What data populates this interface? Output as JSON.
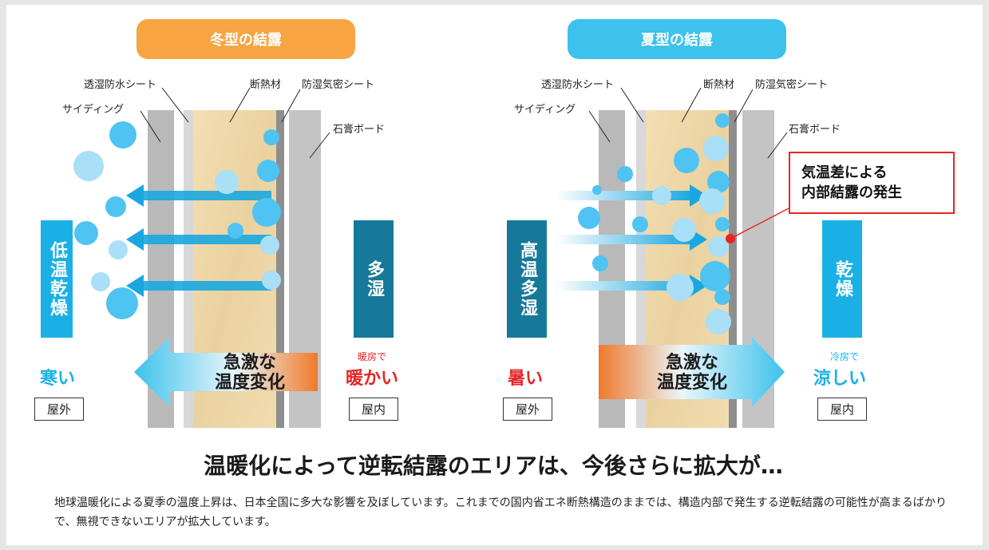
{
  "winter": {
    "title": "冬型の結露",
    "title_color": "#f6a542",
    "labels": {
      "membrane": "透湿防水シート",
      "insulation": "断熱材",
      "vapor_sheet": "防湿気密シート",
      "siding": "サイディング",
      "gypsum": "石膏ボード"
    },
    "outside_condition": "低温乾燥",
    "inside_condition": "多湿",
    "outside_temp": "寒い",
    "inside_temp_note": "暖房で",
    "inside_temp": "暖かい",
    "arrow_text_line1": "急激な",
    "arrow_text_line2": "温度変化",
    "outside_label": "屋外",
    "inside_label": "屋内"
  },
  "summer": {
    "title": "夏型の結露",
    "title_color": "#3cc2ec",
    "labels": {
      "membrane": "透湿防水シート",
      "insulation": "断熱材",
      "vapor_sheet": "防湿気密シート",
      "siding": "サイディング",
      "gypsum": "石膏ボード"
    },
    "outside_condition": "高温多湿",
    "inside_condition": "乾燥",
    "outside_temp": "暑い",
    "inside_temp_note": "冷房で",
    "inside_temp": "涼しい",
    "arrow_text_line1": "急激な",
    "arrow_text_line2": "温度変化",
    "outside_label": "屋外",
    "inside_label": "屋内",
    "callout_line1": "気温差による",
    "callout_line2": "内部結露の発生"
  },
  "headline": "温暖化によって逆転結露のエリアは、今後さらに拡大が…",
  "description": "地球温暖化による夏季の温度上昇は、日本全国に多大な影響を及ぼしています。これまでの国内省エネ断熱構造のままでは、構造内部で発生する逆転結露の可能性が高まるばかりで、無視できないエリアが拡大しています。",
  "colors": {
    "cyan": "#1ab0e6",
    "teal": "#17799a",
    "red": "#e62525",
    "orange": "#ef7a2a",
    "bubble": "#4fc3f2"
  }
}
